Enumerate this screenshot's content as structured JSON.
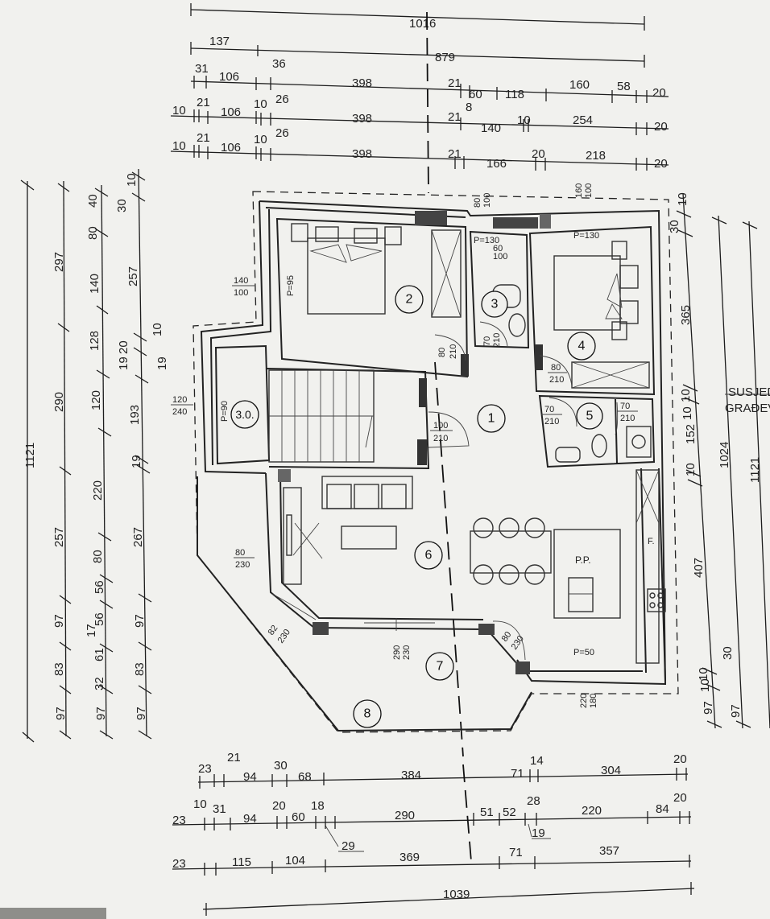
{
  "drawing": {
    "top_dims": {
      "row0": [
        "1016"
      ],
      "row1": [
        "137",
        "879"
      ],
      "row2": [
        "31",
        "36",
        "106",
        "398",
        "21",
        "60",
        "8",
        "118",
        "160",
        "58",
        "20"
      ],
      "row3": [
        "10",
        "21",
        "106",
        "10",
        "26",
        "398",
        "21",
        "140",
        "10",
        "254",
        "20"
      ],
      "row4": [
        "10",
        "21",
        "106",
        "10",
        "26",
        "398",
        "21",
        "166",
        "20",
        "218",
        "20"
      ]
    },
    "bottom_dims": {
      "row1": [
        "23",
        "21",
        "94",
        "30",
        "68",
        "384",
        "71",
        "14",
        "304",
        "20"
      ],
      "row2": [
        "10",
        "23",
        "31",
        "94",
        "20",
        "60",
        "18",
        "290",
        "51",
        "52",
        "28",
        "220",
        "84",
        "20",
        "29",
        "19"
      ],
      "row3": [
        "23",
        "115",
        "104",
        "369",
        "71",
        "357"
      ],
      "row4": [
        "1039"
      ]
    },
    "left_dims": {
      "col1": [
        "1121"
      ],
      "col2": [
        "297",
        "290",
        "257",
        "97",
        "83",
        "97"
      ],
      "col3": [
        "40",
        "80",
        "140",
        "128",
        "120",
        "220",
        "80",
        "56",
        "56",
        "61",
        "32",
        "97",
        "17"
      ],
      "col4": [
        "10",
        "30",
        "257",
        "20",
        "19",
        "193",
        "19",
        "267",
        "97",
        "83",
        "97",
        "10",
        "19"
      ]
    },
    "right_dims": {
      "col1": [
        "10",
        "30",
        "365",
        "10",
        "10",
        "152",
        "10",
        "407",
        "10",
        "30",
        "97",
        "10"
      ],
      "col2": [
        "1024",
        "97"
      ],
      "col3": [
        "1121"
      ],
      "neighbor_text": [
        "SUSJEDI",
        "GRAĐEV"
      ]
    },
    "rooms": [
      {
        "no": "1"
      },
      {
        "no": "2"
      },
      {
        "no": "3"
      },
      {
        "no": "3.0."
      },
      {
        "no": "4"
      },
      {
        "no": "5"
      },
      {
        "no": "6"
      },
      {
        "no": "7"
      },
      {
        "no": "8"
      }
    ],
    "labels": {
      "sill_95": "P=95",
      "sill_130a": "P=130",
      "sill_130b": "P=130",
      "sill_90": "P=90",
      "sill_50": "P=50",
      "pp": "P.P.",
      "fridge": "F."
    },
    "openings": {
      "win_2_a": "140",
      "win_2_b": "100",
      "win_30_a": "120",
      "win_30_b": "240",
      "win_6_a": "80",
      "win_6_b": "230",
      "top_a": "80",
      "top_b": "100",
      "top_c": "160",
      "top_d": "100",
      "top_e": "60",
      "top_f": "100",
      "door_2_a": "80",
      "door_2_b": "210",
      "door_3_a": "70",
      "door_3_b": "210",
      "door_4_a": "80",
      "door_4_b": "210",
      "door_5a_a": "70",
      "door_5a_b": "210",
      "door_5b_a": "70",
      "door_5b_b": "210",
      "door_1_a": "100",
      "door_1_b": "210",
      "door_diag_a": "82",
      "door_diag_b": "230",
      "door_7_a": "290",
      "door_7_b": "230",
      "door_7r_a": "80",
      "door_7r_b": "230",
      "win_bottom_a": "220",
      "win_bottom_b": "180"
    }
  }
}
